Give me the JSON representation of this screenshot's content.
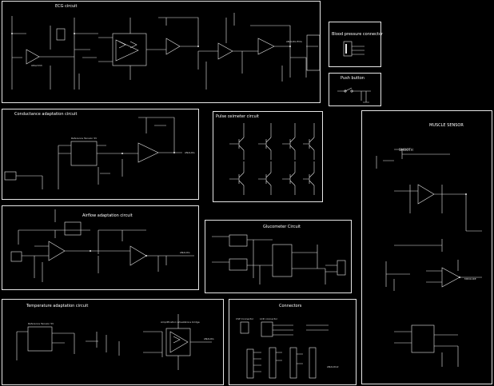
{
  "panels": {
    "ecg": {
      "title": "ECG circuit"
    },
    "bp": {
      "title": "Blood pressure connector"
    },
    "push": {
      "title": "Push button"
    },
    "conductance": {
      "title": "Conductance adaptation circuit"
    },
    "pulse": {
      "title": "Pulse oximeter circuit"
    },
    "airflow": {
      "title": "Airflow adaptation circuit"
    },
    "glucometer": {
      "title": "Glucometer Circuit"
    },
    "muscle": {
      "title": "MUSCLE SENSOR"
    },
    "temperature": {
      "title": "Temperature adaptation circuit"
    },
    "connectors": {
      "title": "Connectors"
    }
  },
  "labels": {
    "ecg_out": "ANALOG ECG",
    "ecg_opamp": "OPA2333",
    "gsr_out": "ANALOG",
    "ref_tension": "Reference Tension 5V",
    "airflow_out": "ANALOG",
    "temp_out": "ANALOG",
    "amp_bridge": "Amplification wheatstone bridge",
    "muscle_smooth": "SMOOTH",
    "muscle_out": "MEASURE",
    "lcd_connector": "LCD connector",
    "csp_connector": "CSP Connector",
    "analog_lcd": "ANALOG2"
  }
}
